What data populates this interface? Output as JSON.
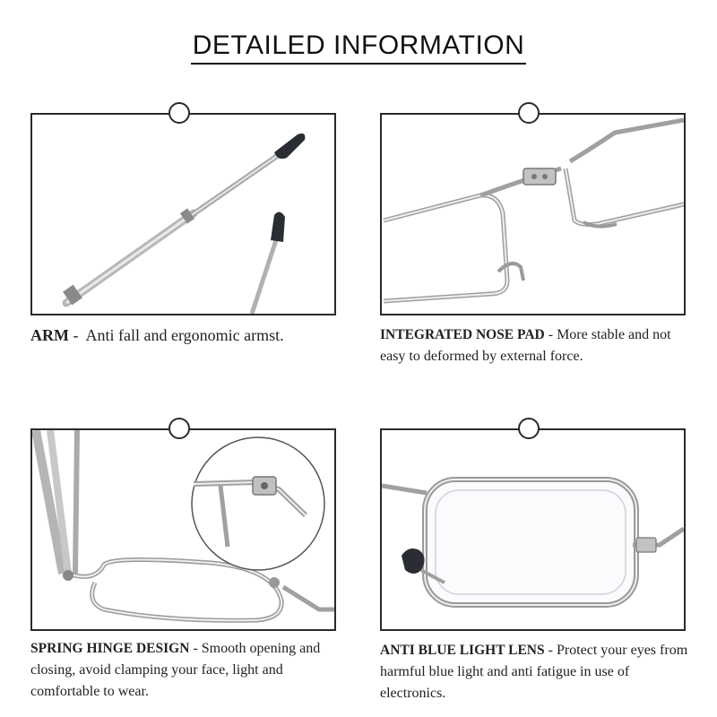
{
  "title": "DETAILED INFORMATION",
  "panels": [
    {
      "heading": "ARM",
      "separator": " -  ",
      "text": "Anti fall and ergonomic armst."
    },
    {
      "heading": "INTEGRATED NOSE PAD",
      "separator": " - ",
      "text": "More stable and not easy to deformed by external force."
    },
    {
      "heading": "SPRING HINGE DESIGN",
      "separator": " - ",
      "text": "Smooth opening and closing, avoid clamping your face, light and comfortable to wear."
    },
    {
      "heading": "ANTI BLUE LIGHT LENS",
      "separator": " - ",
      "text": "Protect your eyes from harmful blue light and anti fatigue in use of electronics."
    }
  ]
}
